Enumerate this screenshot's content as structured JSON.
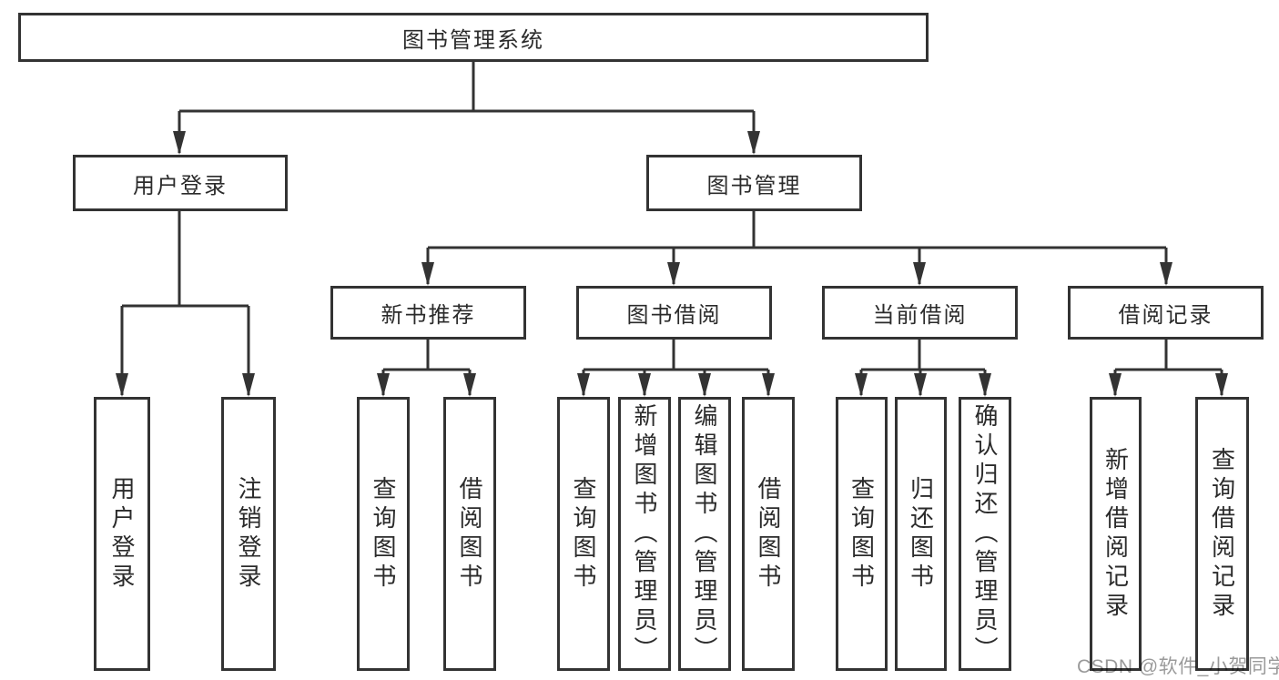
{
  "diagram_title": "图书管理系统",
  "tree": {
    "root": {
      "label": "图书管理系统",
      "children": [
        {
          "label": "用户登录",
          "children": [
            {
              "label": "用户登录"
            },
            {
              "label": "注销登录"
            }
          ]
        },
        {
          "label": "图书管理",
          "children": [
            {
              "label": "新书推荐",
              "children": [
                {
                  "label": "查询图书"
                },
                {
                  "label": "借阅图书"
                }
              ]
            },
            {
              "label": "图书借阅",
              "children": [
                {
                  "label": "查询图书"
                },
                {
                  "label": "新增图书（管理员）"
                },
                {
                  "label": "编辑图书（管理员）"
                },
                {
                  "label": "借阅图书"
                }
              ]
            },
            {
              "label": "当前借阅",
              "children": [
                {
                  "label": "查询图书"
                },
                {
                  "label": "归还图书"
                },
                {
                  "label": "确认归还（管理员）"
                }
              ]
            },
            {
              "label": "借阅记录",
              "children": [
                {
                  "label": "新增借阅记录"
                },
                {
                  "label": "查询借阅记录"
                }
              ]
            }
          ]
        }
      ]
    }
  },
  "watermark": {
    "text": "CSDN @软件_小贺同学"
  },
  "colors": {
    "line": "#333333",
    "box_border": "#333333",
    "text": "#2b2b2b",
    "watermark": "#9a9a9a",
    "background": "#ffffff"
  }
}
